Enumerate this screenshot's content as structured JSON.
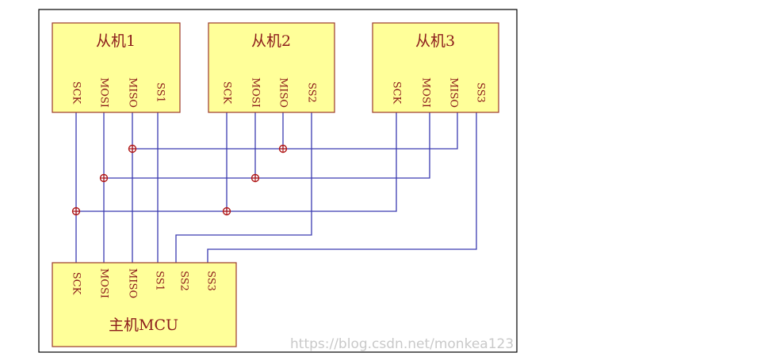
{
  "slaves": [
    {
      "title": "从机1",
      "pins": [
        "SCK",
        "MOSI",
        "MISO",
        "SS1"
      ]
    },
    {
      "title": "从机2",
      "pins": [
        "SCK",
        "MOSI",
        "MISO",
        "SS2"
      ]
    },
    {
      "title": "从机3",
      "pins": [
        "SCK",
        "MOSI",
        "MISO",
        "SS3"
      ]
    }
  ],
  "master": {
    "title": "主机MCU",
    "pins": [
      "SCK",
      "MOSI",
      "MISO",
      "SS1",
      "SS2",
      "SS3"
    ]
  },
  "watermark": "https://blog.csdn.net/monkea123",
  "colors": {
    "box_fill": "#ffff99",
    "box_stroke": "#9b3a2a",
    "wire": "#3b3bb0",
    "junction": "#b01818",
    "text": "#8b1a1a"
  }
}
